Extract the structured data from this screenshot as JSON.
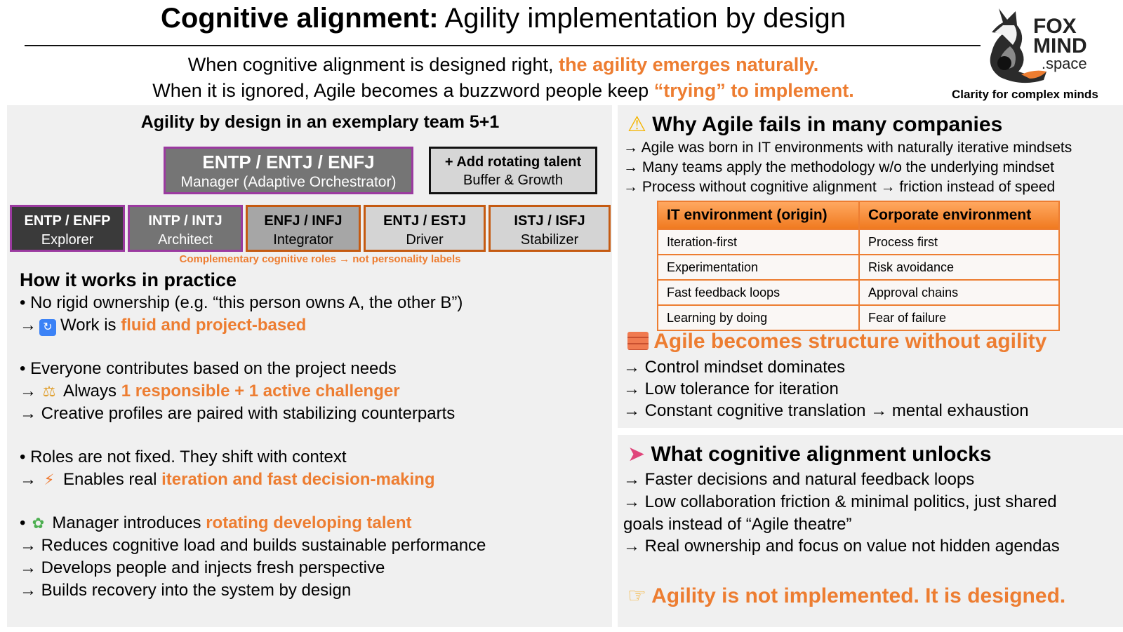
{
  "header": {
    "title_bold": "Cognitive alignment:",
    "title_rest": "Agility implementation by design",
    "subtitle1_plain": "When cognitive alignment is designed right,",
    "subtitle1_highlight": "the agility emerges naturally.",
    "subtitle2_plain": "When it is ignored, Agile becomes a buzzword people keep",
    "subtitle2_highlight": "“trying” to implement."
  },
  "logo": {
    "icon": "fox-icon",
    "line1": "FOX",
    "line2": "MIND",
    "line3": ".space",
    "tagline": "Clarity for complex minds"
  },
  "colors": {
    "accent": "#ed7d31",
    "purple_border": "#9b3aa0",
    "brown_border": "#c55a11",
    "panel_bg": "#f0f0f0"
  },
  "team": {
    "title": "Agility by design in an exemplary team 5+1",
    "manager": {
      "types": "ENTP / ENTJ / ENFJ",
      "role": "Manager (Adaptive Orchestrator)"
    },
    "rotating": {
      "label": "+ Add rotating talent",
      "sub": "Buffer & Growth"
    },
    "roles": [
      {
        "types": "ENTP / ENFP",
        "role": "Explorer"
      },
      {
        "types": "INTP / INTJ",
        "role": "Architect"
      },
      {
        "types": "ENFJ / INFJ",
        "role": "Integrator"
      },
      {
        "types": "ENTJ / ESTJ",
        "role": "Driver"
      },
      {
        "types": "ISTJ / ISFJ",
        "role": "Stabilizer"
      }
    ],
    "note": "Complementary cognitive roles → not personality labels"
  },
  "practice": {
    "title": "How it works in practice",
    "lines": [
      {
        "prefix": "• ",
        "text": "No rigid ownership (e.g. “this person owns A, the other B”)",
        "highlight": ""
      },
      {
        "prefix": "→",
        "icon": "🔄",
        "text": "Work is ",
        "highlight": "fluid and project-based"
      },
      {
        "prefix": "• ",
        "text": "Everyone contributes based on the project needs",
        "highlight": ""
      },
      {
        "prefix": "→",
        "icon": "⚖️",
        "text": "Always ",
        "highlight": "1 responsible + 1 active challenger"
      },
      {
        "prefix": "→ ",
        "text": "Creative profiles are paired with stabilizing counterparts",
        "highlight": ""
      },
      {
        "prefix": "• ",
        "text": "Roles are not fixed. They shift with context",
        "highlight": ""
      },
      {
        "prefix": "→",
        "icon": "⚡",
        "text": "Enables real ",
        "highlight": "iteration and fast decision-making"
      },
      {
        "prefix": "•",
        "icon": "🌱",
        "text": "Manager introduces ",
        "highlight": "rotating developing talent"
      },
      {
        "prefix": "→ ",
        "text": "Reduces cognitive load and builds sustainable performance",
        "highlight": ""
      },
      {
        "prefix": "→ ",
        "text": "Develops people and injects fresh perspective",
        "highlight": ""
      },
      {
        "prefix": "→ ",
        "text": "Builds recovery into the system by design",
        "highlight": ""
      }
    ]
  },
  "why": {
    "icon": "⚠️",
    "title": "Why Agile fails in many companies",
    "lines": [
      "→ Agile was born in IT environments with naturally iterative mindsets",
      "→ Many teams apply the methodology w/o the underlying mindset",
      "→ Process without cognitive alignment → friction instead of speed"
    ],
    "table": {
      "headers": [
        "IT environment (origin)",
        "Corporate environment"
      ],
      "rows": [
        [
          "Iteration-first",
          "Process first"
        ],
        [
          "Experimentation",
          "Risk avoidance"
        ],
        [
          "Fast feedback loops",
          "Approval chains"
        ],
        [
          "Learning by doing",
          "Fear of failure"
        ]
      ]
    },
    "structure_icon": "🧱",
    "structure_title": "Agile becomes structure without agility",
    "structure_lines": [
      "→ Control mindset dominates",
      "→ Low tolerance for iteration",
      "→ Constant cognitive translation → mental exhaustion"
    ]
  },
  "unlocks": {
    "icon": "🚀",
    "title": "What cognitive alignment unlocks",
    "lines": [
      "→ Faster decisions and natural feedback loops",
      "→ Low collaboration friction & minimal politics, just shared",
      "goals instead of “Agile theatre”",
      "→ Real ownership and focus on value not hidden agendas"
    ],
    "closing_icon": "👉",
    "closing": "Agility is not implemented. It is designed."
  }
}
